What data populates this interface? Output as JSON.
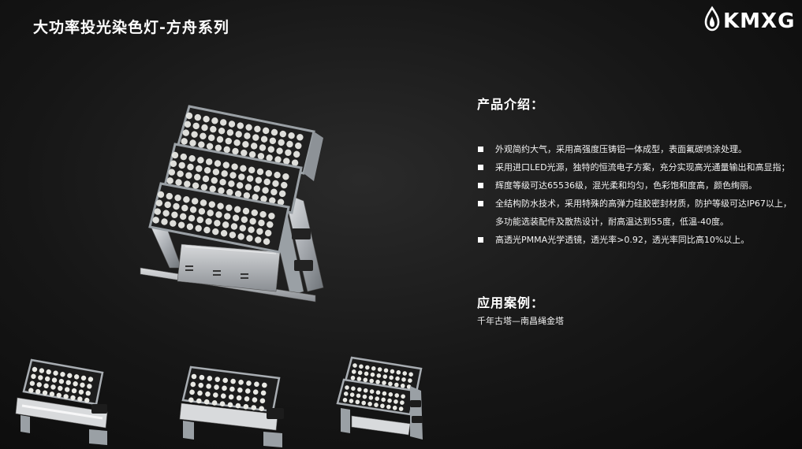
{
  "slide": {
    "title": "大功率投光染色灯-方舟系列",
    "logo_text": "KMXG",
    "logo_icon": "flame-drop-icon"
  },
  "intro": {
    "heading": "产品介绍：",
    "features": [
      "外观简约大气，采用高强度压铸铝一体成型，表面氟碳喷涂处理。",
      "采用进口LED光源，独特的恒流电子方案，充分实现高光通量输出和高显指；",
      "辉度等级可达65536级，混光柔和均匀，色彩饱和度高，颜色绚丽。",
      "全结构防水技术，采用特殊的高弹力硅胶密封材质，防护等级可达IP67以上，多功能选装配件及散热设计，耐高温达到55度，低温-40度。",
      "高透光PMMA光学透镜，透光率>0.92，透光率同比高10%以上。"
    ]
  },
  "cases": {
    "heading": "应用案例：",
    "text": "千年古塔—南昌绳金塔"
  },
  "colors": {
    "background": "#141414",
    "text": "#ffffff",
    "panel": "#bfc3c8",
    "led": "#e9e9e4"
  }
}
